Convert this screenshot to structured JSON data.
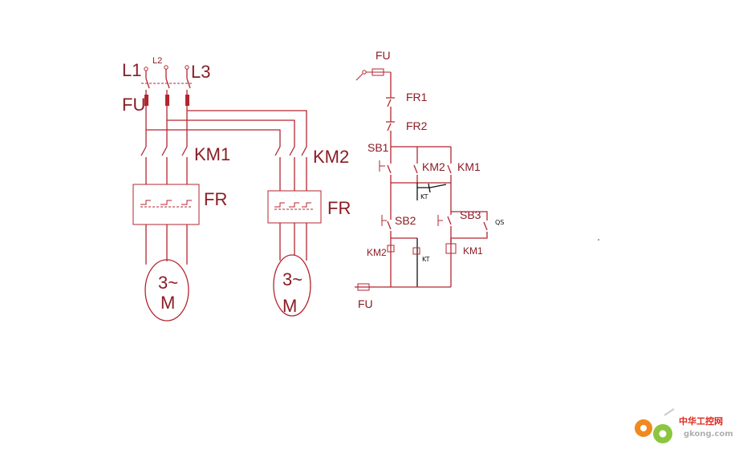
{
  "main_circuit": {
    "phase_labels": [
      "L1",
      "L2",
      "L3"
    ],
    "fuse_label": "FU",
    "contactor1_label": "KM1",
    "contactor2_label": "KM2",
    "overload1_label": "FR",
    "overload2_label": "FR",
    "motor1": {
      "line1": "3~",
      "line2": "M"
    },
    "motor2": {
      "line1": "3~",
      "line2": "M"
    }
  },
  "control_circuit": {
    "fuse_top": "FU",
    "fuse_bottom": "FU",
    "fr1": "FR1",
    "fr2": "FR2",
    "sb1": "SB1",
    "km2_contact": "KM2",
    "km1_contact": "KM1",
    "kt_contact": "KT",
    "sb2": "SB2",
    "sb3": "SB3",
    "qs": "QS",
    "km2_coil": "KM2",
    "kt_coil": "KT",
    "km1_coil": "KM1"
  },
  "watermark": {
    "brand_cn": "中华工控网",
    "site": "gkong.com",
    "colors": {
      "orange": "#f08a1e",
      "green": "#8cc63e",
      "red": "#e0251b"
    }
  },
  "colors": {
    "wire": "#b3262f",
    "label": "#8a1c24",
    "black_wire": "#111111"
  }
}
